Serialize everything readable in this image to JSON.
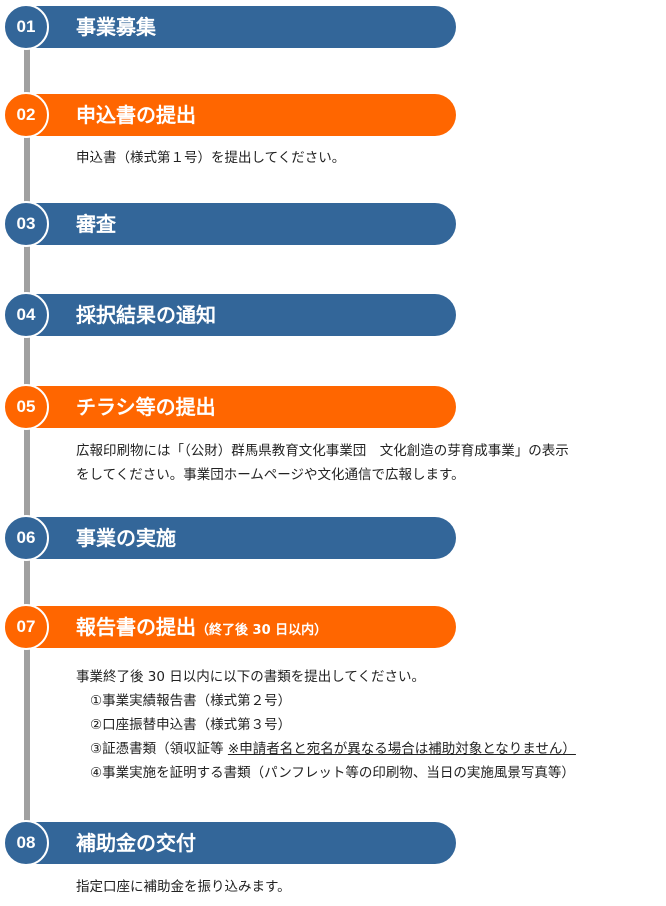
{
  "colors": {
    "blue": "#336699",
    "orange": "#ff6600",
    "line": "#a0a0a0"
  },
  "steps": [
    {
      "num": "01",
      "title": "事業募集"
    },
    {
      "num": "02",
      "title": "申込書の提出",
      "desc": [
        "申込書（様式第１号）を提出してください。"
      ]
    },
    {
      "num": "03",
      "title": "審査"
    },
    {
      "num": "04",
      "title": "採択結果の通知"
    },
    {
      "num": "05",
      "title": "チラシ等の提出",
      "desc": [
        "広報印刷物には「（公財）群馬県教育文化事業団　文化創造の芽育成事業」の表示",
        "をしてください。事業団ホームページや文化通信で広報します。"
      ]
    },
    {
      "num": "06",
      "title": "事業の実施"
    },
    {
      "num": "07",
      "title": "報告書の提出",
      "subtitle": "（終了後 30 日以内）",
      "desc": [
        "事業終了後 30 日以内に以下の書類を提出してください。",
        "①事業実績報告書（様式第２号）",
        "②口座振替申込書（様式第３号）",
        "③証憑書類（領収証等 ",
        "※申請者名と宛名が異なる場合は補助対象となりません）",
        "④事業実施を証明する書類（パンフレット等の印刷物、当日の実施風景写真等）"
      ]
    },
    {
      "num": "08",
      "title": "補助金の交付",
      "desc": [
        "指定口座に補助金を振り込みます。"
      ]
    }
  ]
}
